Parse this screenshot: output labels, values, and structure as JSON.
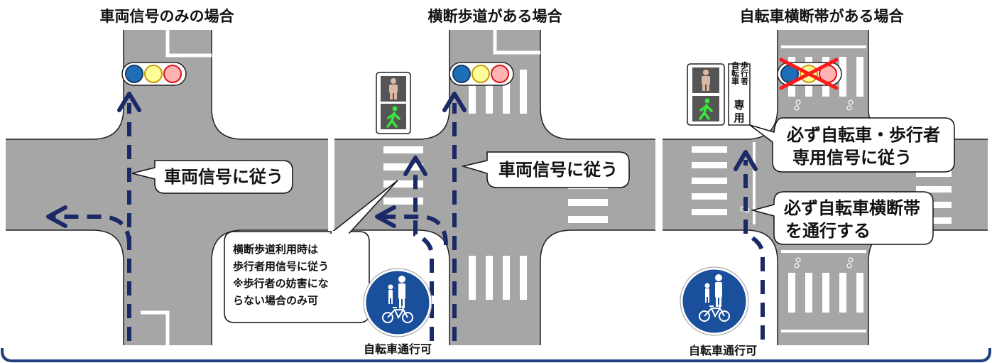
{
  "panels": [
    {
      "title": "車両信号のみの場合",
      "callouts": [
        "車両信号に従う"
      ]
    },
    {
      "title": "横断歩道がある場合",
      "callouts": [
        "車両信号に従う"
      ],
      "note": [
        "横断歩道利用時は",
        "歩行者用信号に従う",
        "※歩行者の妨害にな",
        "らない場合のみ可"
      ],
      "sign_caption": "自転車通行可"
    },
    {
      "title": "自転車横断帯がある場合",
      "callouts": [
        [
          "必ず自転車・歩行者",
          "専用信号に従う"
        ],
        [
          "必ず自転車横断帯",
          "を通行する"
        ]
      ],
      "plate": {
        "top_small": [
          "歩行者",
          "自転車"
        ],
        "bottom": [
          "専",
          "用"
        ]
      },
      "sign_caption": "自転車通行可"
    }
  ],
  "colors": {
    "road": "#a6a6a6",
    "marking": "#ffffff",
    "arrow": "#1b2a66",
    "frame": "#1f3f7f",
    "sign_blue": "#1a4f9c",
    "lamp_blue": "#1f6fb8",
    "lamp_yellow": "#ffff99",
    "lamp_red": "#ffb3b3",
    "ped_green": "#39e63c",
    "ped_red_dim": "#d9b9a4",
    "cross_red": "#ff1a1a"
  },
  "icons": [
    "traffic-light",
    "pedestrian-signal",
    "bicycle-pedestrian-sign",
    "bicycle-crossing-symbol"
  ]
}
